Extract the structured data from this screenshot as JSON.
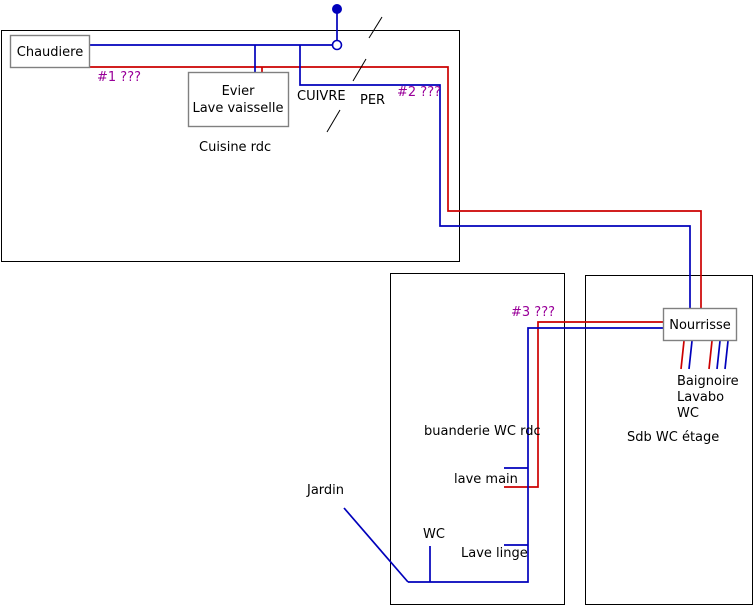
{
  "colors": {
    "cold": "#0000bb",
    "hot": "#cc0000",
    "annotation": "#990099",
    "text": "#000000",
    "room_border": "#000000",
    "box_border": "#808080",
    "background": "#ffffff"
  },
  "boxes": {
    "chaudiere": "Chaudiere",
    "evier_line1": "Evier",
    "evier_line2": "Lave vaisselle",
    "nourrisse": "Nourrisse"
  },
  "labels": {
    "hash1": "#1 ???",
    "hash2": "#2 ???",
    "hash3": "#3 ???",
    "cuivre": "CUIVRE",
    "per": "PER",
    "cuisine": "Cuisine rdc",
    "baignoire": "Baignoire",
    "lavabo": "Lavabo",
    "wc_etage": "WC",
    "sdb_etage": "Sdb WC étage",
    "buanderie": "buanderie WC rdc",
    "lave_main": "lave main",
    "wc_rdc": "WC",
    "lave_linge": "Lave linge",
    "jardin": "Jardin"
  }
}
